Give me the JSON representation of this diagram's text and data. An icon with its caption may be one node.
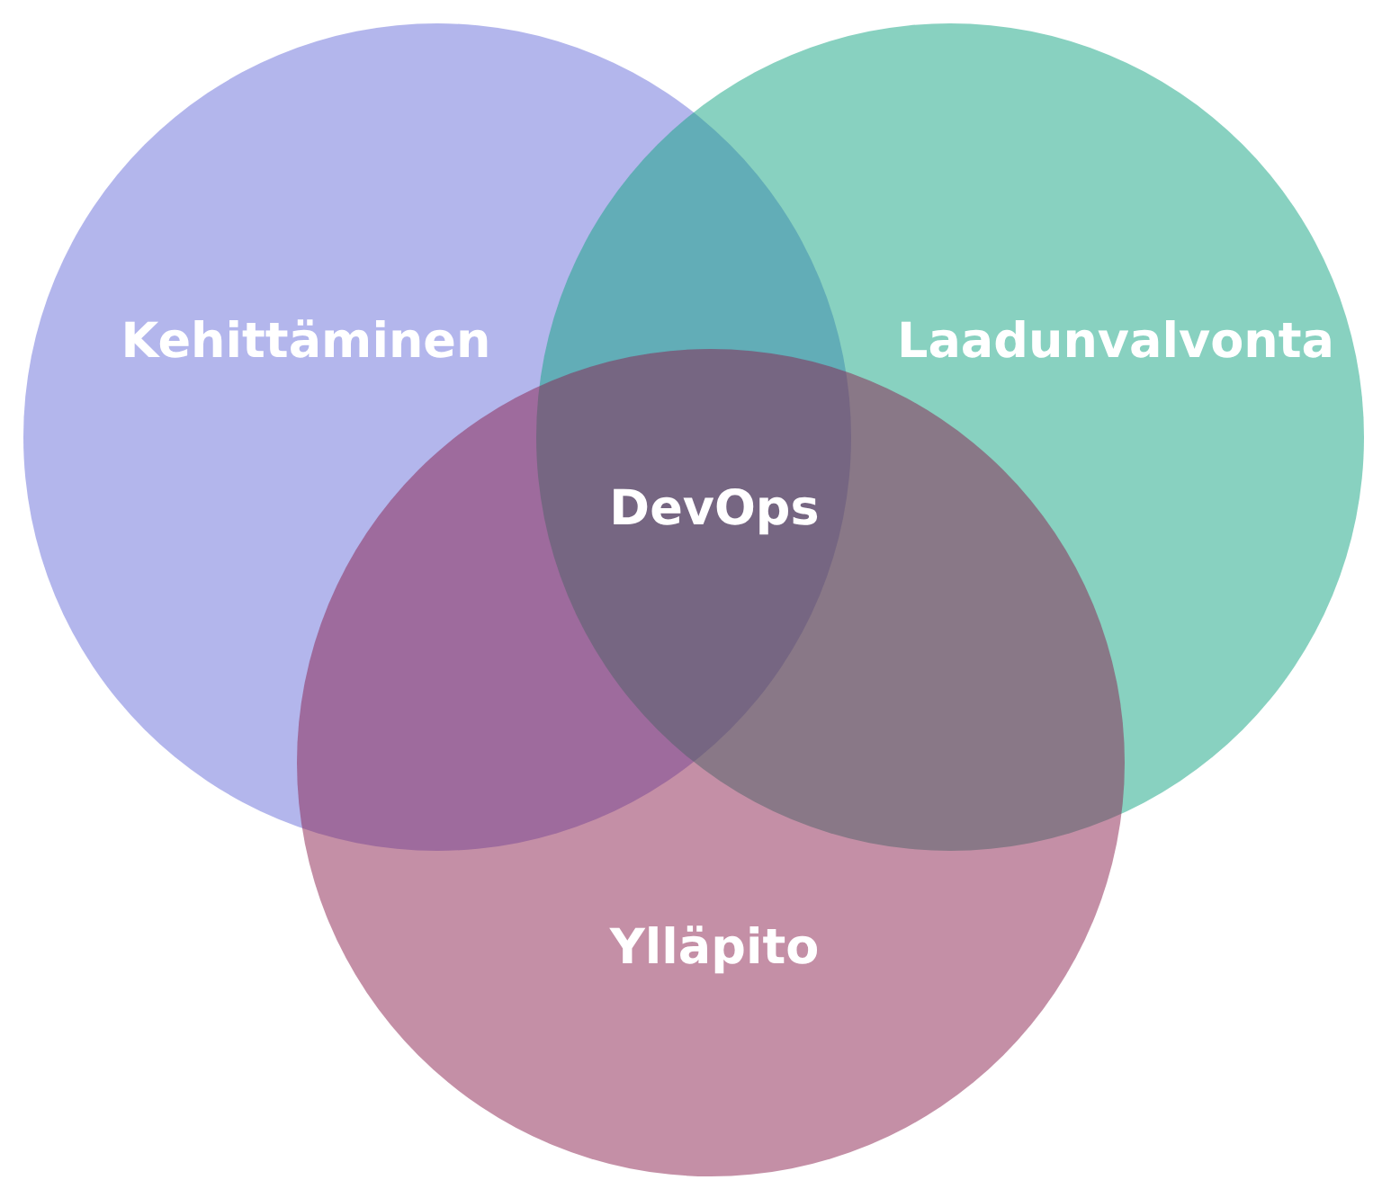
{
  "diagram": {
    "nodes": [
      {
        "text": [
          "Kehittäminen"
        ]
      },
      {
        "text": [
          "Laadunvalvonta"
        ]
      },
      {
        "text": [
          "Ylläpito"
        ]
      }
    ],
    "edges": [],
    "labels": [
      "DevOps"
    ]
  }
}
